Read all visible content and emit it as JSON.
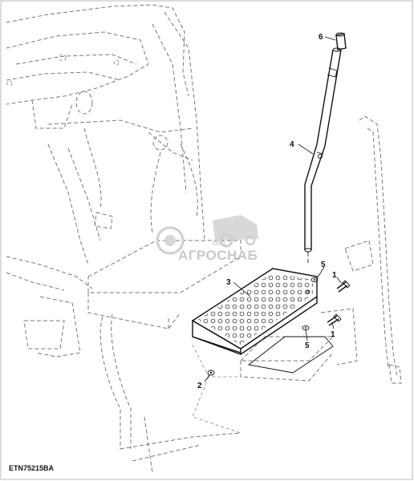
{
  "figure_id": "ETN75215BA",
  "watermark": {
    "company_prefix": "ООО",
    "company_name": "АГРОСНАБ"
  },
  "callouts": [
    {
      "id": "c1a",
      "label": "1"
    },
    {
      "id": "c1b",
      "label": "1"
    },
    {
      "id": "c2",
      "label": "2"
    },
    {
      "id": "c3",
      "label": "3"
    },
    {
      "id": "c4",
      "label": "4"
    },
    {
      "id": "c5a",
      "label": "5"
    },
    {
      "id": "c5b",
      "label": "5"
    },
    {
      "id": "c6",
      "label": "6"
    }
  ],
  "colors": {
    "line": "#111111",
    "ghost_line": "#777777",
    "watermark": "#c8c8c8"
  }
}
